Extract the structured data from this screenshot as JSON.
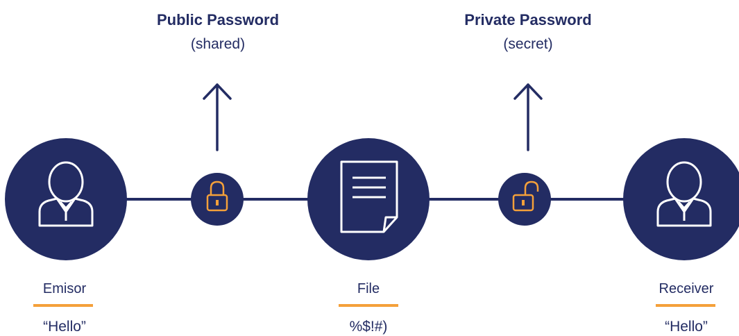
{
  "colors": {
    "navy": "#232c63",
    "accent": "#f4a03a",
    "white": "#ffffff"
  },
  "public_password": {
    "title": "Public Password",
    "subtitle": "(shared)",
    "icon": "locked-padlock-icon"
  },
  "private_password": {
    "title": "Private Password",
    "subtitle": "(secret)",
    "icon": "unlocked-padlock-icon"
  },
  "nodes": {
    "emisor": {
      "label": "Emisor",
      "message": "“Hello”",
      "icon": "user-icon"
    },
    "file": {
      "label": "File",
      "message": "%$!#)",
      "icon": "document-icon"
    },
    "receiver": {
      "label": "Receiver",
      "message": "“Hello”",
      "icon": "user-icon"
    }
  }
}
